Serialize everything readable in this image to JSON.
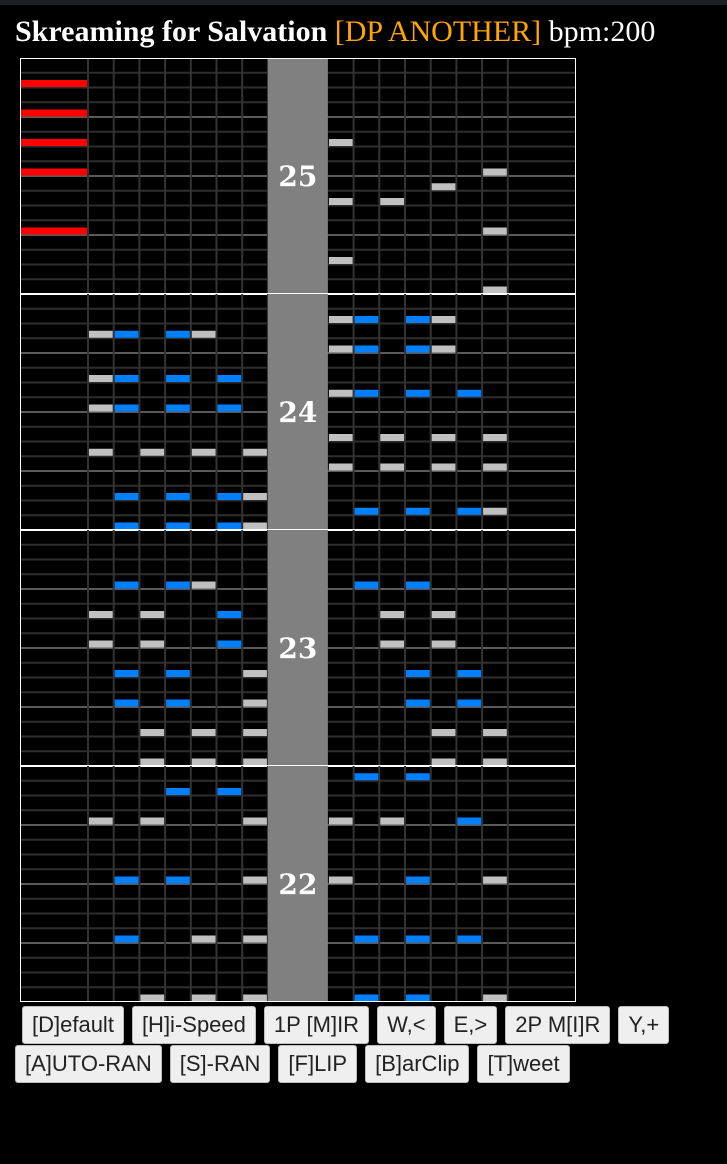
{
  "header": {
    "song_title": "Skreaming for Salvation",
    "difficulty": "[DP ANOTHER]",
    "bpm": "bpm:200"
  },
  "colors": {
    "difficulty": "#ffa500",
    "white_key_note": "#c0c0c0",
    "black_key_note": "#0080ff",
    "scratch_note": "#ff0000",
    "measure_column": "#808080"
  },
  "chart": {
    "rows_per_measure": 16,
    "lane_order_1p": [
      "S",
      "1",
      "2",
      "3",
      "4",
      "5",
      "6",
      "7"
    ],
    "lane_order_2p": [
      "1",
      "2",
      "3",
      "4",
      "5",
      "6",
      "7",
      "S"
    ],
    "measures": [
      {
        "number": "25",
        "notes": [
          {
            "row": 14,
            "p1": [
              "S"
            ],
            "p2": []
          },
          {
            "row": 12,
            "p1": [
              "S"
            ],
            "p2": []
          },
          {
            "row": 10,
            "p1": [
              "S"
            ],
            "p2": [
              "1"
            ]
          },
          {
            "row": 8,
            "p1": [
              "S"
            ],
            "p2": [
              "7"
            ]
          },
          {
            "row": 7,
            "p1": [],
            "p2": [
              "5"
            ]
          },
          {
            "row": 6,
            "p1": [],
            "p2": [
              "1",
              "3"
            ]
          },
          {
            "row": 4,
            "p1": [
              "S"
            ],
            "p2": [
              "7"
            ]
          },
          {
            "row": 2,
            "p1": [],
            "p2": [
              "1"
            ]
          },
          {
            "row": 0,
            "p1": [],
            "p2": [
              "7"
            ]
          }
        ]
      },
      {
        "number": "24",
        "notes": [
          {
            "row": 14,
            "p1": [],
            "p2": [
              "1",
              "2",
              "4",
              "5"
            ]
          },
          {
            "row": 13,
            "p1": [
              "1",
              "2",
              "4",
              "5"
            ],
            "p2": []
          },
          {
            "row": 12,
            "p1": [],
            "p2": [
              "1",
              "2",
              "4",
              "5"
            ]
          },
          {
            "row": 10,
            "p1": [
              "1",
              "2",
              "4",
              "6"
            ],
            "p2": []
          },
          {
            "row": 9,
            "p1": [],
            "p2": [
              "1",
              "2",
              "4",
              "6"
            ]
          },
          {
            "row": 8,
            "p1": [
              "1",
              "2",
              "4",
              "6"
            ],
            "p2": []
          },
          {
            "row": 6,
            "p1": [],
            "p2": [
              "1",
              "3",
              "5",
              "7"
            ]
          },
          {
            "row": 5,
            "p1": [
              "1",
              "3",
              "5",
              "7"
            ],
            "p2": []
          },
          {
            "row": 4,
            "p1": [],
            "p2": [
              "1",
              "3",
              "5",
              "7"
            ]
          },
          {
            "row": 2,
            "p1": [
              "2",
              "4",
              "6",
              "7"
            ],
            "p2": []
          },
          {
            "row": 1,
            "p1": [],
            "p2": [
              "2",
              "4",
              "6",
              "7"
            ]
          },
          {
            "row": 0,
            "p1": [
              "2",
              "4",
              "6",
              "7"
            ],
            "p2": []
          }
        ]
      },
      {
        "number": "23",
        "notes": [
          {
            "row": 12,
            "p1": [
              "2",
              "4",
              "5"
            ],
            "p2": [
              "2",
              "4"
            ]
          },
          {
            "row": 10,
            "p1": [
              "1",
              "3",
              "6"
            ],
            "p2": [
              "3",
              "5"
            ]
          },
          {
            "row": 8,
            "p1": [
              "1",
              "3",
              "6"
            ],
            "p2": [
              "3",
              "5"
            ]
          },
          {
            "row": 6,
            "p1": [
              "2",
              "4",
              "7"
            ],
            "p2": [
              "4",
              "6"
            ]
          },
          {
            "row": 4,
            "p1": [
              "2",
              "4",
              "7"
            ],
            "p2": [
              "4",
              "6"
            ]
          },
          {
            "row": 2,
            "p1": [
              "3",
              "5",
              "7"
            ],
            "p2": [
              "5",
              "7"
            ]
          },
          {
            "row": 0,
            "p1": [
              "3",
              "5",
              "7"
            ],
            "p2": [
              "5",
              "7"
            ]
          }
        ]
      },
      {
        "number": "22",
        "notes": [
          {
            "row": 15,
            "p1": [],
            "p2": [
              "2",
              "4"
            ]
          },
          {
            "row": 14,
            "p1": [
              "4",
              "6"
            ],
            "p2": []
          },
          {
            "row": 12,
            "p1": [
              "1",
              "3",
              "7"
            ],
            "p2": [
              "1",
              "3",
              "6"
            ]
          },
          {
            "row": 8,
            "p1": [
              "2",
              "4",
              "7"
            ],
            "p2": [
              "1",
              "4",
              "7"
            ]
          },
          {
            "row": 4,
            "p1": [
              "2",
              "5",
              "7"
            ],
            "p2": [
              "2",
              "4",
              "6"
            ]
          },
          {
            "row": 0,
            "p1": [
              "3",
              "5",
              "7"
            ],
            "p2": [
              "2",
              "4",
              "7"
            ]
          }
        ]
      }
    ]
  },
  "buttons_row1": [
    "[D]efault",
    "[H]i-Speed",
    "1P [M]IR",
    "W,<",
    "E,>",
    "2P M[I]R",
    "Y,+"
  ],
  "buttons_row2": [
    "[A]UTO-RAN",
    "[S]-RAN",
    "[F]LIP",
    "[B]arClip",
    "[T]weet"
  ]
}
